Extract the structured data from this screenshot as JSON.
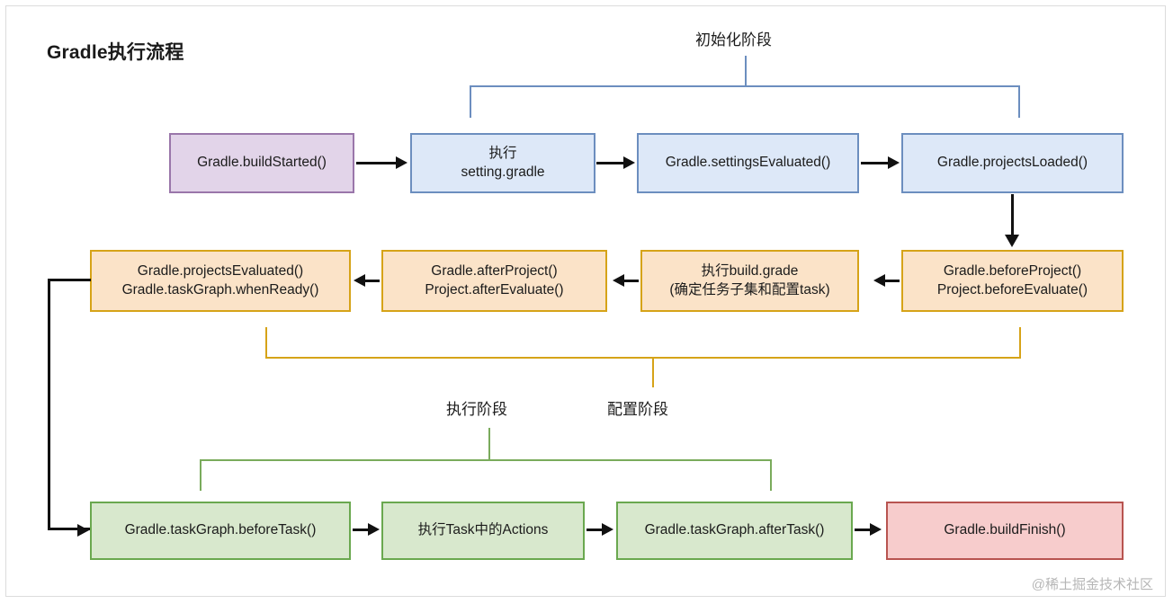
{
  "diagram": {
    "title": "Gradle执行流程",
    "watermark": "@稀土掘金技术社区",
    "phases": [
      {
        "id": "init",
        "label": "初始化阶段",
        "color": "#6c8ebf"
      },
      {
        "id": "configure",
        "label": "配置阶段",
        "color": "#d6a318"
      },
      {
        "id": "execute",
        "label": "执行阶段",
        "color": "#7aab5c"
      }
    ],
    "rows": {
      "initialization": [
        {
          "id": "build-started",
          "text": "Gradle.buildStarted()",
          "fill": "#e2d4e9",
          "stroke": "#9a76aa"
        },
        {
          "id": "run-settings-gradle",
          "text": "执行\nsetting.gradle",
          "fill": "#dde8f8",
          "stroke": "#6c8ebf"
        },
        {
          "id": "settings-evaluated",
          "text": "Gradle.settingsEvaluated()",
          "fill": "#dde8f8",
          "stroke": "#6c8ebf"
        },
        {
          "id": "projects-loaded",
          "text": "Gradle.projectsLoaded()",
          "fill": "#dde8f8",
          "stroke": "#6c8ebf"
        }
      ],
      "configuration": [
        {
          "id": "projects-evaluated",
          "text": "Gradle.projectsEvaluated()\nGradle.taskGraph.whenReady()",
          "fill": "#fbe3c8",
          "stroke": "#d6a318"
        },
        {
          "id": "after-project",
          "text": "Gradle.afterProject()\nProject.afterEvaluate()",
          "fill": "#fbe3c8",
          "stroke": "#d6a318"
        },
        {
          "id": "run-build-grade",
          "text": "执行build.grade\n(确定任务子集和配置task)",
          "fill": "#fbe3c8",
          "stroke": "#d6a318"
        },
        {
          "id": "before-project",
          "text": "Gradle.beforeProject()\nProject.beforeEvaluate()",
          "fill": "#fbe3c8",
          "stroke": "#d6a318"
        }
      ],
      "execution": [
        {
          "id": "before-task",
          "text": "Gradle.taskGraph.beforeTask()",
          "fill": "#d8e8cd",
          "stroke": "#6aa84f"
        },
        {
          "id": "task-actions",
          "text": "执行Task中的Actions",
          "fill": "#d8e8cd",
          "stroke": "#6aa84f"
        },
        {
          "id": "after-task",
          "text": "Gradle.taskGraph.afterTask()",
          "fill": "#d8e8cd",
          "stroke": "#6aa84f"
        },
        {
          "id": "build-finish",
          "text": "Gradle.buildFinish()",
          "fill": "#f7cccc",
          "stroke": "#b85450"
        }
      ]
    }
  }
}
